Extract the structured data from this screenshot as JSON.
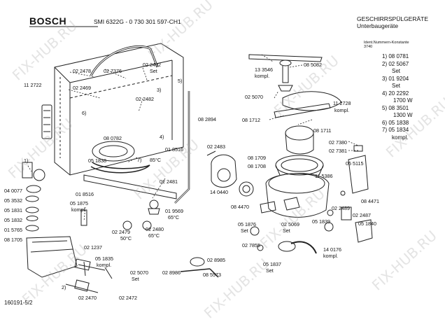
{
  "header": {
    "brand": "BOSCH",
    "model": "SMI 6322G - 0 730 301 597-CH1",
    "category": "GESCHIRRSPÜLGERÄTE",
    "subcategory": "Unterbaugeräte",
    "ident_label": "Ident.Nummern-Konstante",
    "ident_value": "3740"
  },
  "legend": [
    "1) 08 0781",
    "2) 02 5067",
    "Set",
    "3) 01 9204",
    "Set",
    "4) 20 2292",
    "1700 W",
    "5) 08 3501",
    "1300 W",
    "6) 05 1838",
    "7) 05 1834",
    "kompl."
  ],
  "labels": [
    "02 2478",
    "02 7376",
    "02 2492",
    "Set",
    "11 2722",
    "02 2469",
    "3)",
    "6)",
    "5)",
    "02 2482",
    "08 2894",
    "08 0782",
    "4)",
    "02 2483",
    "01 8516",
    "05 1838",
    "7)",
    "85°C",
    "1)",
    "04 0077",
    "05 3532",
    "01 8516",
    "05 1831",
    "05 1832",
    "01 5765",
    "08 1705",
    "05 1875",
    "kompl.",
    "02 2481",
    "01 9569",
    "65°C",
    "02 2479",
    "50°C",
    "02 2480",
    "65°C",
    "02 1237",
    "05 1835",
    "kompl.",
    "02 5070",
    "Set",
    "02 8985",
    "02 8986",
    "08 5573",
    "02 2470",
    "02 2472",
    "2)",
    "13 3546",
    "kompl.",
    "08 5082",
    "02 5070",
    "08 1712",
    "11 2728",
    "kompl.",
    "08 1711",
    "08 1709",
    "08 1708",
    "02 7380",
    "02 7381",
    "05 5115",
    "11 5386",
    "14 0440",
    "08 4470",
    "08 4471",
    "05 1876",
    "Set",
    "02 5069",
    "Set",
    "05 1839",
    "02 2489",
    "02 2487",
    "05 1840",
    "02 7855",
    "14 0176",
    "kompl.",
    "05 1837",
    "Set"
  ],
  "footer": "160191-5/2",
  "watermark": "FIX-HUB.RU"
}
